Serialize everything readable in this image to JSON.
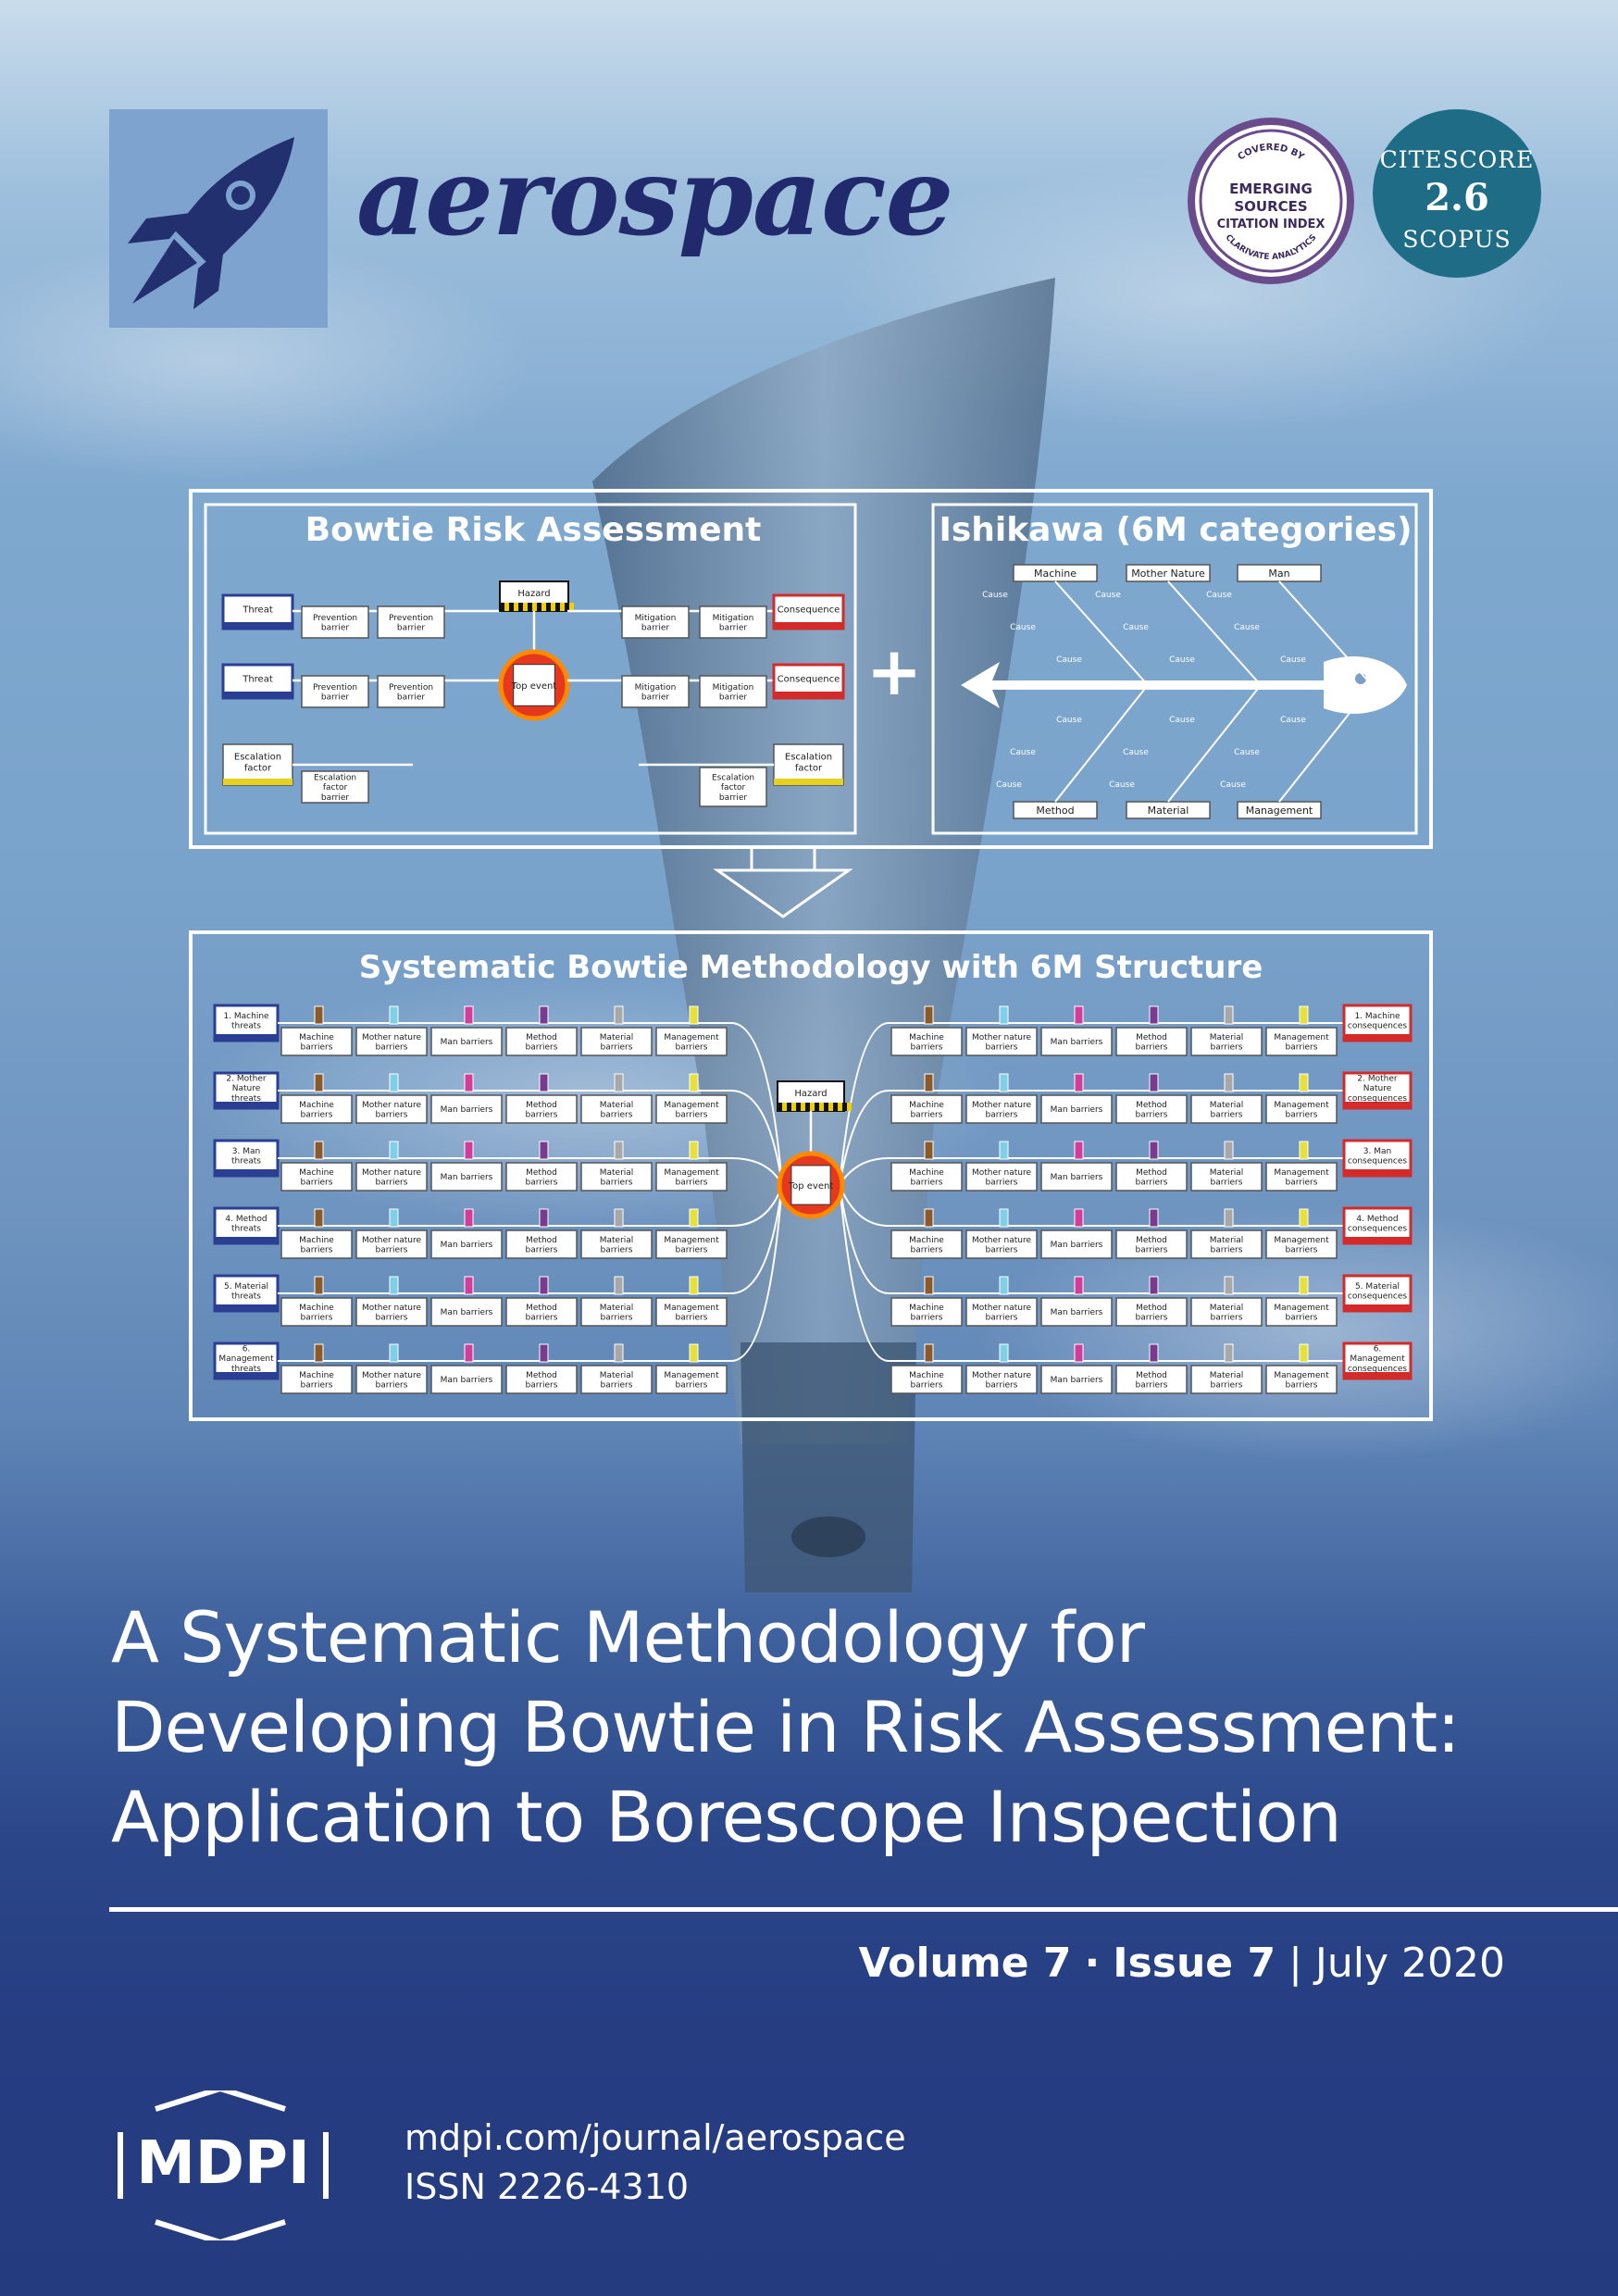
{
  "journal": {
    "name": "aerospace"
  },
  "badges": {
    "esci": {
      "covered_by": "COVERED BY",
      "line1": "EMERGING",
      "line2": "SOURCES",
      "line3": "CITATION INDEX",
      "bottom": "CLARIVATE ANALYTICS"
    },
    "citescore": {
      "title": "CITESCORE",
      "value": "2.6",
      "source": "SCOPUS"
    }
  },
  "figure": {
    "bowtie": {
      "title": "Bowtie Risk Assessment",
      "hazard": "Hazard",
      "top_event": "Top event",
      "threat": "Threat",
      "prevention_barrier": "Prevention barrier",
      "escalation_factor": "Escalation factor",
      "escalation_factor_barrier": "Escalation factor barrier",
      "mitigation_barrier": "Mitigation barrier",
      "consequence": "Consequence"
    },
    "plus": "+",
    "ishikawa": {
      "title": "Ishikawa (6M categories)",
      "categories_top": [
        "Machine",
        "Mother Nature",
        "Man"
      ],
      "categories_bottom": [
        "Method",
        "Material",
        "Management"
      ],
      "cause": "Cause"
    },
    "systematic": {
      "title": "Systematic Bowtie Methodology with 6M Structure",
      "hazard": "Hazard",
      "top_event": "Top event",
      "threats": [
        "1. Machine threats",
        "2. Mother Nature threats",
        "3. Man threats",
        "4. Method threats",
        "5. Material threats",
        "6. Management threats"
      ],
      "consequences": [
        "1. Machine consequences",
        "2. Mother Nature consequences",
        "3. Man consequences",
        "4. Method consequences",
        "5. Material consequences",
        "6. Management consequences"
      ],
      "barriers": [
        "Machine barriers",
        "Mother nature barriers",
        "Man barriers",
        "Method barriers",
        "Material barriers",
        "Management barriers"
      ],
      "colors": {
        "threat": "#2a3f94",
        "consequence": "#d42a2a",
        "escalation": "#e6d21e",
        "barrier_tabs": [
          "#8a5a2b",
          "#7fd0e6",
          "#d23d9a",
          "#7a3b8f",
          "#a8a8a8",
          "#e8e03a"
        ]
      }
    }
  },
  "article": {
    "title_lines": [
      "A Systematic Methodology for",
      "Developing Bowtie in Risk Assessment:",
      "Application to Borescope Inspection"
    ]
  },
  "issue": {
    "volume": "Volume 7",
    "separator": "·",
    "issue": "Issue 7",
    "pipe": "|",
    "date": "July 2020"
  },
  "publisher": {
    "name": "MDPI",
    "url": "mdpi.com/journal/aerospace",
    "issn": "ISSN 2226-4310"
  }
}
